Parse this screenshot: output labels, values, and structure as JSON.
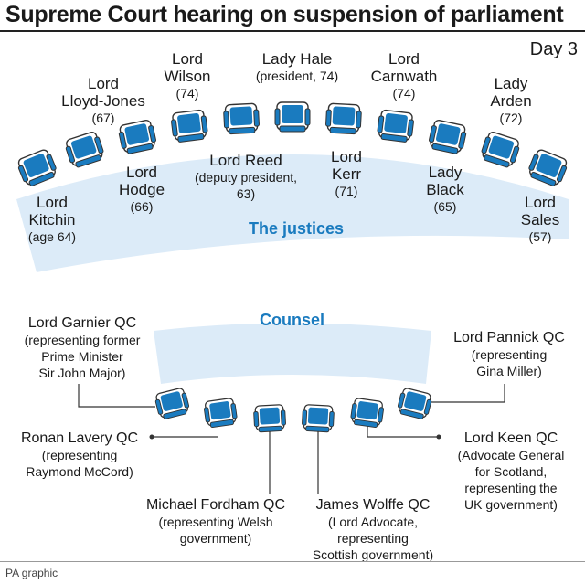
{
  "title": "Supreme Court hearing on suspension of parliament",
  "day": "Day 3",
  "sections": {
    "justices": "The justices",
    "counsel": "Counsel"
  },
  "colors": {
    "seat_blue": "#1a7bbf",
    "bench": "#dcebf8",
    "line": "#333333"
  },
  "justices": [
    {
      "name1": "Lord",
      "name2": "Kitchin",
      "detail": "(age 64)"
    },
    {
      "name1": "Lord",
      "name2": "Lloyd-Jones",
      "detail": "(67)"
    },
    {
      "name1": "Lord",
      "name2": "Hodge",
      "detail": "(66)"
    },
    {
      "name1": "Lord",
      "name2": "Wilson",
      "detail": "(74)"
    },
    {
      "name1": "Lord Reed",
      "name2": "(deputy president,",
      "detail": "63)"
    },
    {
      "name1": "Lady Hale",
      "name2": "",
      "detail": "(president, 74)"
    },
    {
      "name1": "Lord",
      "name2": "Kerr",
      "detail": "(71)"
    },
    {
      "name1": "Lord",
      "name2": "Carnwath",
      "detail": "(74)"
    },
    {
      "name1": "Lady",
      "name2": "Black",
      "detail": "(65)"
    },
    {
      "name1": "Lady",
      "name2": "Arden",
      "detail": "(72)"
    },
    {
      "name1": "Lord",
      "name2": "Sales",
      "detail": "(57)"
    }
  ],
  "counsel": [
    {
      "name": "Lord Garnier QC",
      "detail": [
        "(representing former",
        "Prime Minister",
        "Sir John Major)"
      ]
    },
    {
      "name": "Ronan Lavery QC",
      "detail": [
        "(representing",
        "Raymond McCord)"
      ]
    },
    {
      "name": "Michael Fordham QC",
      "detail": [
        "(representing Welsh",
        "government)"
      ]
    },
    {
      "name": "James Wolffe QC",
      "detail": [
        "(Lord Advocate,",
        "representing",
        "Scottish government)"
      ]
    },
    {
      "name": "Lord Keen QC",
      "detail": [
        "(Advocate General",
        "for Scotland,",
        "representing the",
        "UK government)"
      ]
    },
    {
      "name": "Lord Pannick QC",
      "detail": [
        "(representing",
        "Gina Miller)"
      ]
    }
  ],
  "credit": "PA graphic"
}
